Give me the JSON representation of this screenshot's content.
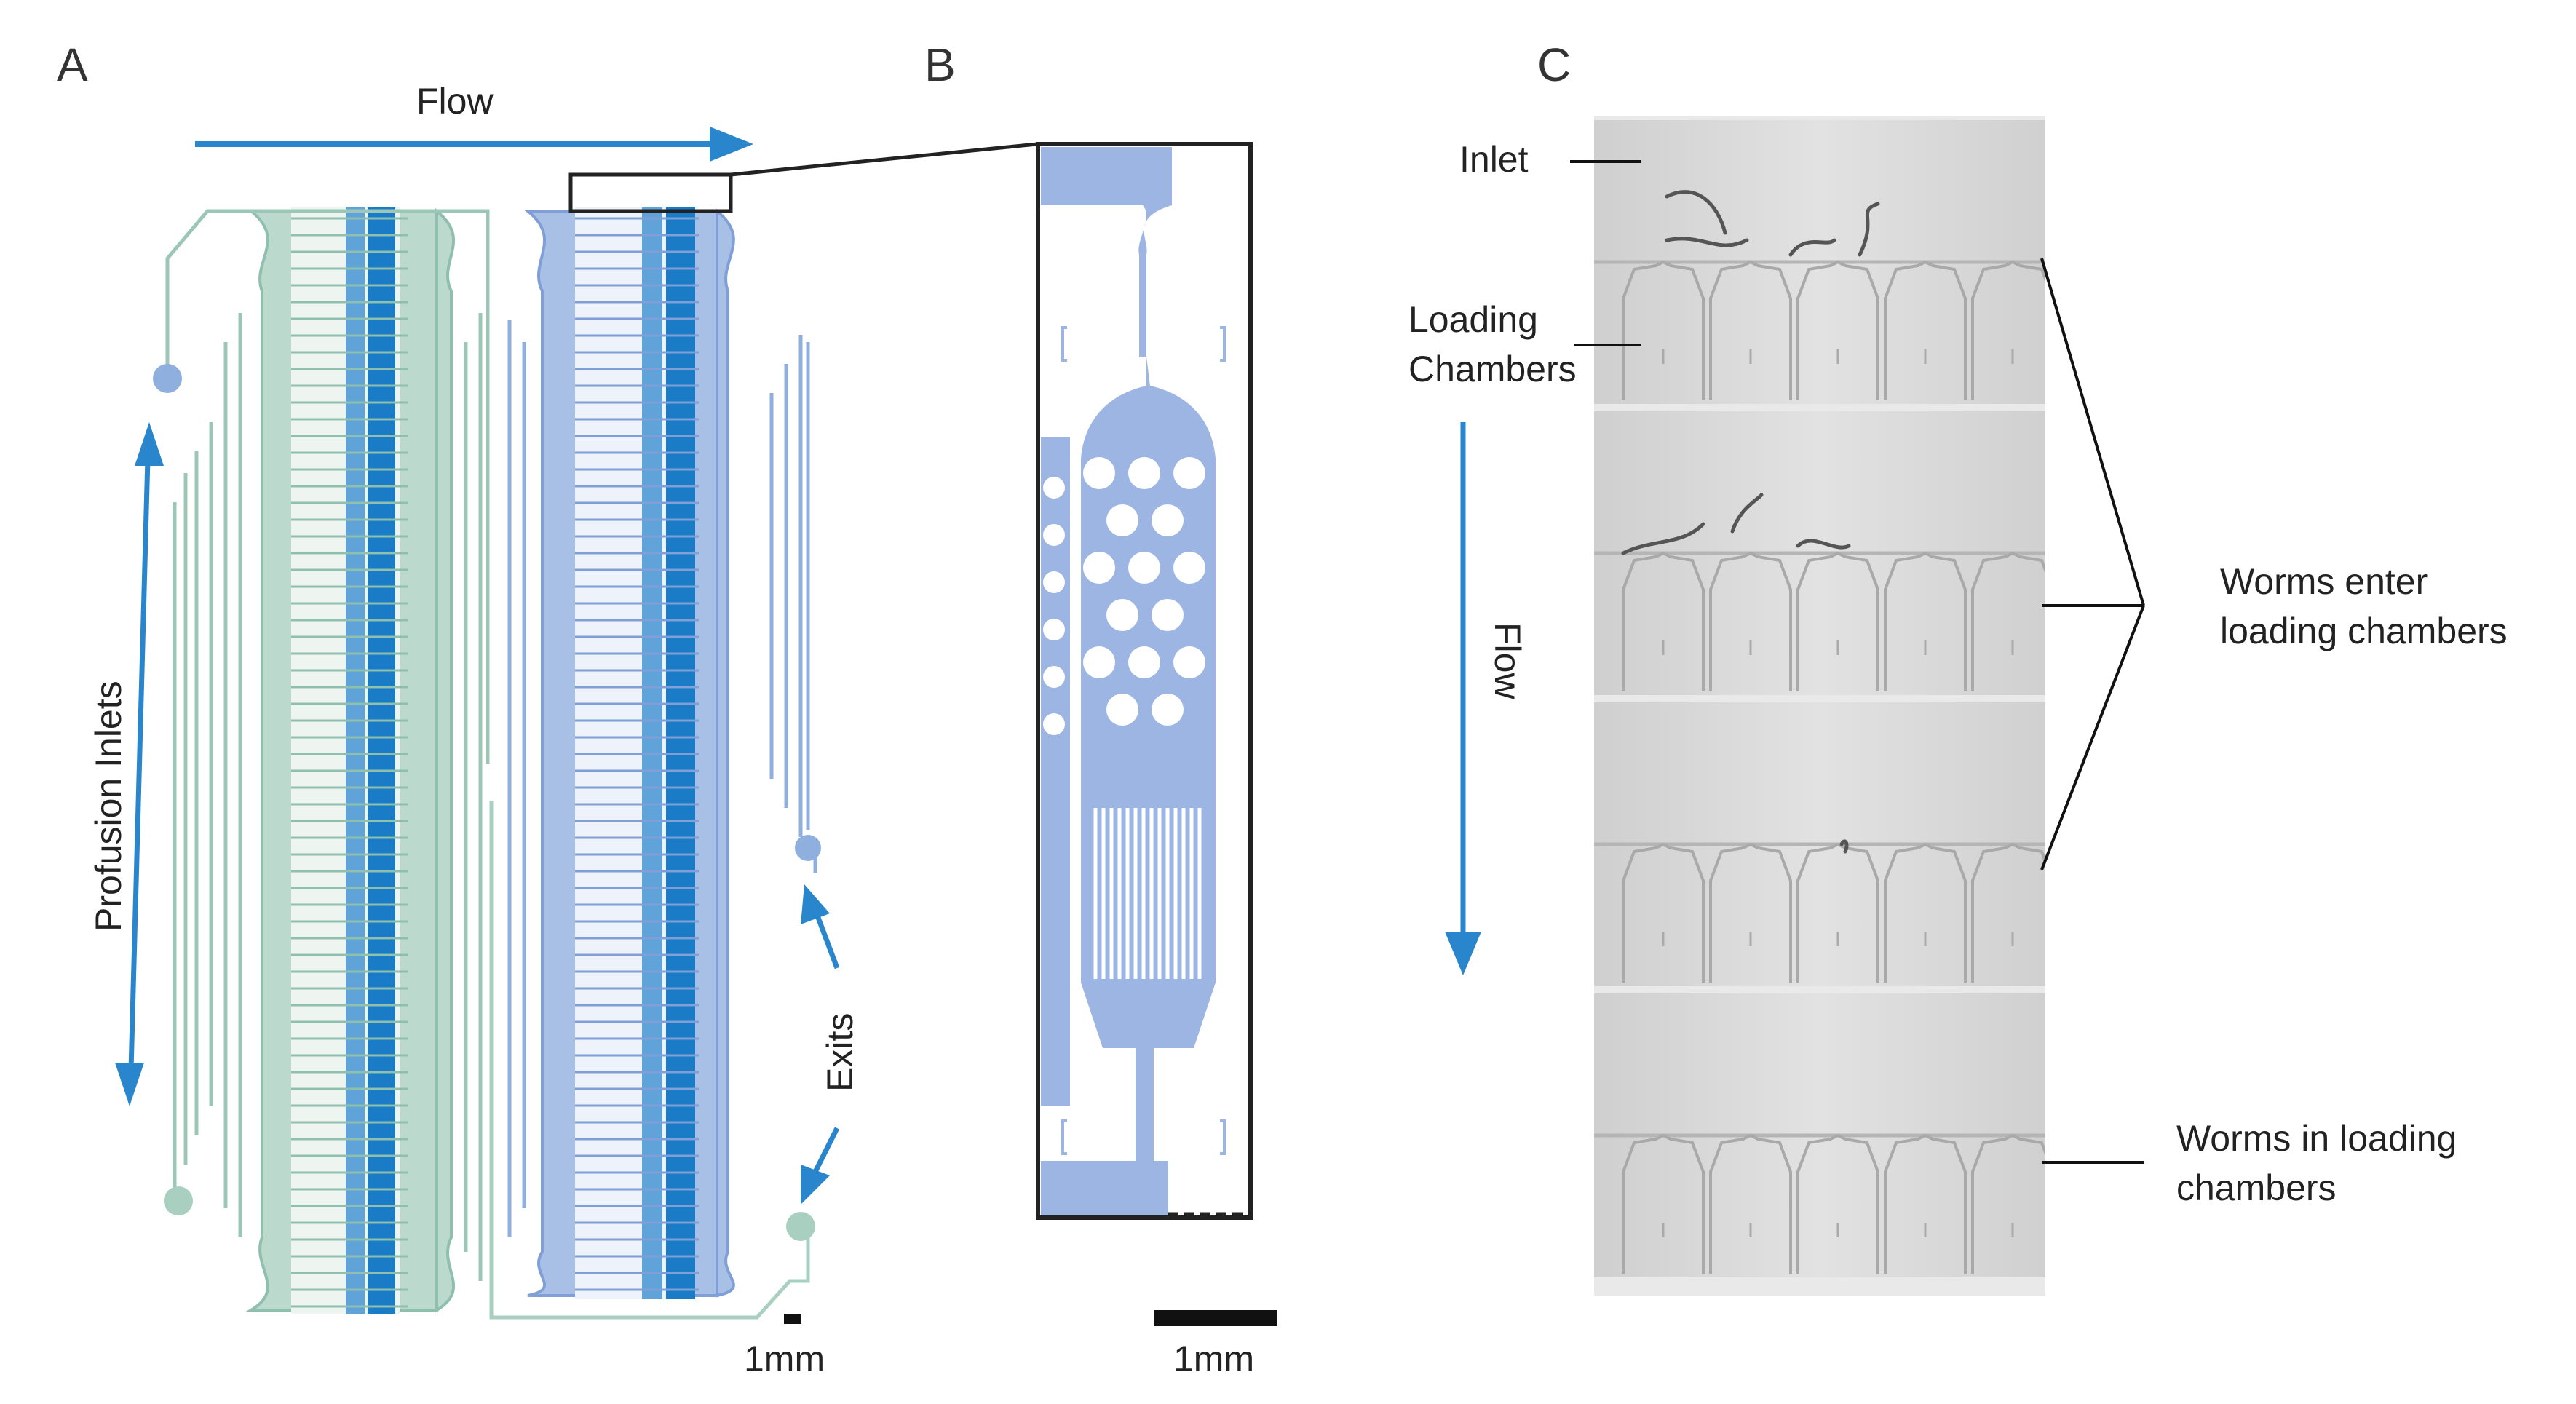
{
  "panels": {
    "a": {
      "letter": "A",
      "flow_label": "Flow",
      "perfusion_label": "Profusion Inlets",
      "exits_label": "Exits",
      "scale_label": "1mm",
      "left_device_color": "#a8cfc0",
      "right_device_color": "#8fb0de",
      "channel_dark": "#1a7bc6",
      "arrow_color": "#2a86cc"
    },
    "b": {
      "letter": "B",
      "scale_label": "1mm",
      "device_color": "#9db5e2"
    },
    "c": {
      "letter": "C",
      "inlet_label": "Inlet",
      "loading_label_line1": "Loading",
      "loading_label_line2": "Chambers",
      "flow_label": "Flow",
      "enter_line1": "Worms enter",
      "enter_line2": "loading chambers",
      "in_line1": "Worms in loading",
      "in_line2": "chambers"
    }
  }
}
